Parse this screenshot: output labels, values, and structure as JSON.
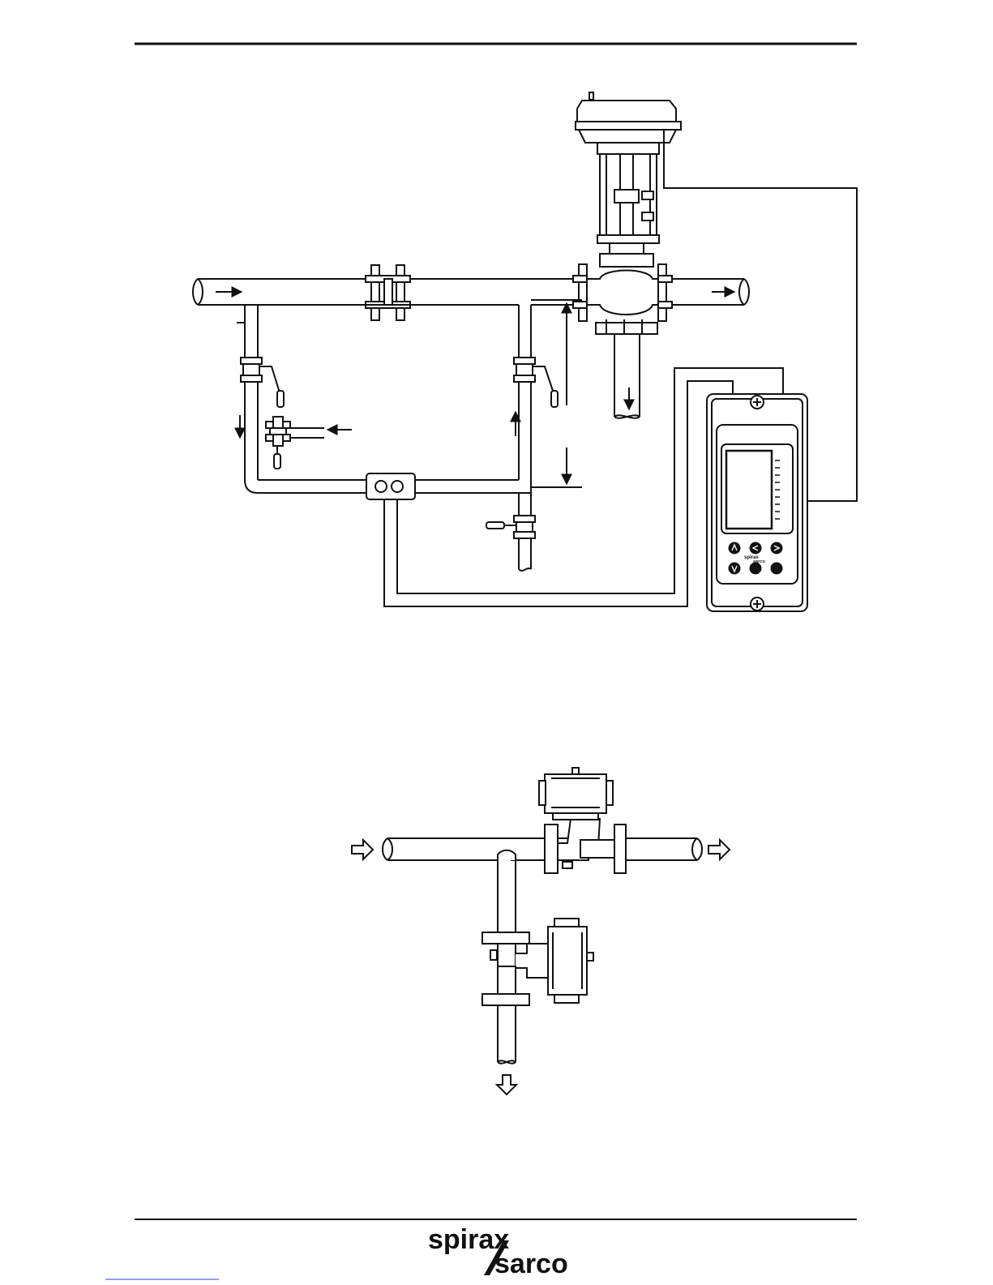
{
  "diagrams": {
    "upper": {
      "name": "control-valve-installation-with-controller"
    },
    "lower": {
      "name": "three-way-actuated-valve-arrangement"
    }
  },
  "device": {
    "name": "controller",
    "buttons": [
      "up-arrow",
      "left-arrow",
      "right-arrow",
      "down-arrow",
      "button-blank",
      "button-blank"
    ],
    "logo_line1": "spirax",
    "logo_line2": "sarco"
  },
  "footer": {
    "logo_part1": "spirax",
    "logo_part2": "sarco"
  },
  "colors": {
    "ink": "#111111",
    "paper": "#ffffff",
    "link_underline": "#2b3fd8"
  }
}
